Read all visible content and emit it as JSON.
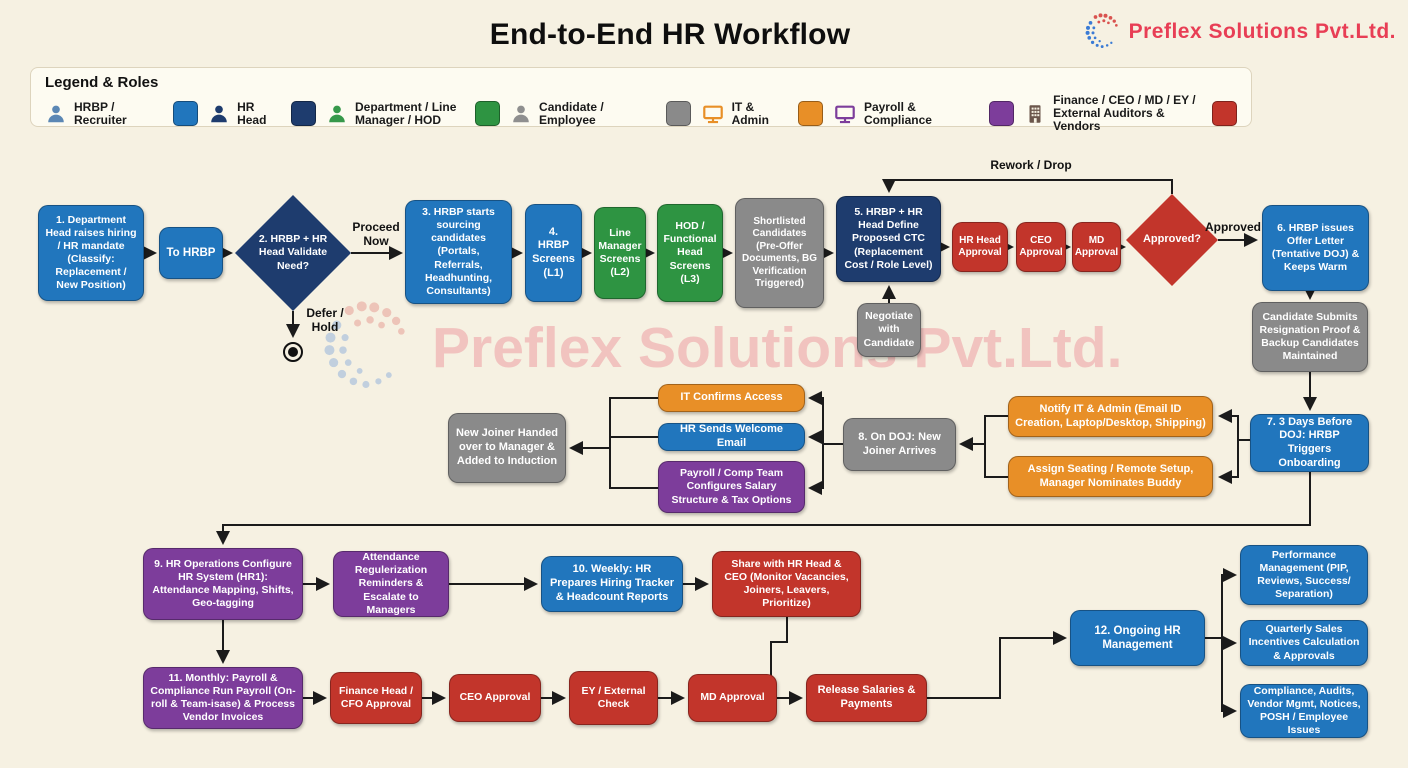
{
  "header": {
    "title": "End-to-End HR Workflow",
    "brand": {
      "name": "Preflex Solutions Pvt.Ltd.",
      "logo_icon": "dotted-swirl-icon",
      "color": "#e83e55"
    }
  },
  "watermark": {
    "text": "Preflex Solutions Pvt.Ltd.",
    "icon": "dotted-swirl-icon"
  },
  "legend": {
    "title": "Legend & Roles",
    "items": [
      {
        "label": "HRBP / Recruiter",
        "icon": "person-icon",
        "color": "#2176bd"
      },
      {
        "label": "HR Head",
        "icon": "person-icon",
        "color": "#1e3c6e"
      },
      {
        "label": "Department / Line Manager / HOD",
        "icon": "person-icon",
        "color": "#2e9442"
      },
      {
        "label": "Candidate / Employee",
        "icon": "person-icon",
        "color": "#8a8a8a"
      },
      {
        "label": "IT & Admin",
        "icon": "monitor-icon",
        "color": "#e88f27"
      },
      {
        "label": "Payroll & Compliance",
        "icon": "monitor-icon",
        "color": "#7d3d9b"
      },
      {
        "label": "Finance / CEO / MD / EY / External Auditors & Vendors",
        "icon": "building-icon",
        "color": "#c2352b"
      }
    ]
  },
  "labels": {
    "proceed_now": "Proceed Now",
    "defer_hold": "Defer / Hold",
    "rework_drop": "Rework / Drop",
    "approved": "Approved"
  },
  "nodes": [
    {
      "label": "1. Department Head raises hiring / HR mandate (Classify: Replacement / New Position)",
      "role": "hrbp"
    },
    {
      "label": "To HRBP",
      "role": "hrbp"
    },
    {
      "label": "2. HRBP + HR Head Validate Need?",
      "role": "hr-head",
      "shape": "diamond"
    },
    {
      "label": "3. HRBP starts sourcing candidates (Portals, Referrals, Headhunting, Consultants)",
      "role": "hrbp"
    },
    {
      "label": "4. HRBP Screens (L1)",
      "role": "hrbp"
    },
    {
      "label": "Line Manager Screens (L2)",
      "role": "line-manager"
    },
    {
      "label": "HOD / Functional Head Screens (L3)",
      "role": "line-manager"
    },
    {
      "label": "Shortlisted Candidates (Pre-Offer Documents, BG Verification Triggered)",
      "role": "candidate"
    },
    {
      "label": "5. HRBP + HR Head Define Proposed CTC (Replacement Cost / Role Level)",
      "role": "hr-head"
    },
    {
      "label": "Negotiate with Candidate",
      "role": "candidate"
    },
    {
      "label": "HR Head Approval",
      "role": "finance-ceo"
    },
    {
      "label": "CEO Approval",
      "role": "finance-ceo"
    },
    {
      "label": "MD Approval",
      "role": "finance-ceo"
    },
    {
      "label": "Approved?",
      "role": "finance-ceo",
      "shape": "diamond"
    },
    {
      "label": "6. HRBP issues Offer Letter (Tentative DOJ) & Keeps Warm",
      "role": "hrbp"
    },
    {
      "label": "Candidate Submits Resignation Proof & Backup Candidates Maintained",
      "role": "candidate"
    },
    {
      "label": "7. 3 Days Before DOJ: HRBP Triggers Onboarding",
      "role": "hrbp"
    },
    {
      "label": "Notify IT & Admin (Email ID Creation, Laptop/Desktop, Shipping)",
      "role": "it-admin"
    },
    {
      "label": "Assign Seating / Remote Setup, Manager Nominates Buddy",
      "role": "it-admin"
    },
    {
      "label": "8. On DOJ: New Joiner Arrives",
      "role": "candidate"
    },
    {
      "label": "IT Confirms Access",
      "role": "it-admin"
    },
    {
      "label": "HR Sends Welcome Email",
      "role": "hrbp"
    },
    {
      "label": "Payroll / Comp Team Configures Salary Structure & Tax Options",
      "role": "payroll"
    },
    {
      "label": "New Joiner Handed over to Manager & Added to Induction",
      "role": "candidate"
    },
    {
      "label": "9. HR Operations Configure HR System (HR1): Attendance Mapping, Shifts, Geo-tagging",
      "role": "payroll"
    },
    {
      "label": "Attendance Regulerization Reminders & Escalate to Managers",
      "role": "payroll"
    },
    {
      "label": "10. Weekly: HR Prepares Hiring Tracker & Headcount Reports",
      "role": "hrbp"
    },
    {
      "label": "Share with HR Head & CEO (Monitor Vacancies, Joiners, Leavers, Prioritize)",
      "role": "finance-ceo"
    },
    {
      "label": "11. Monthly: Payroll & Compliance Run Payroll (On-roll & Team-isase) & Process Vendor Invoices",
      "role": "payroll"
    },
    {
      "label": "Finance Head / CFO Approval",
      "role": "finance-ceo"
    },
    {
      "label": "CEO Approval",
      "role": "finance-ceo"
    },
    {
      "label": "EY / External Check",
      "role": "finance-ceo"
    },
    {
      "label": "MD Approval",
      "role": "finance-ceo"
    },
    {
      "label": "Release Salaries & Payments",
      "role": "finance-ceo"
    },
    {
      "label": "12. Ongoing HR Management",
      "role": "hrbp"
    },
    {
      "label": "Performance Management (PIP, Reviews, Success/ Separation)",
      "role": "hrbp"
    },
    {
      "label": "Quarterly Sales Incentives Calculation & Approvals",
      "role": "hrbp"
    },
    {
      "label": "Compliance, Audits, Vendor Mgmt, Notices, POSH / Employee Issues",
      "role": "hrbp"
    }
  ],
  "palette": {
    "background": "#f6f1e2",
    "hrbp_blue": "#2176bd",
    "hr_head_navy": "#1e3c6e",
    "line_manager_green": "#2e9442",
    "candidate_gray": "#8a8a8a",
    "it_admin_orange": "#e88f27",
    "payroll_purple": "#7d3d9b",
    "finance_red": "#c2352b",
    "arrow": "#1b1b1b"
  }
}
